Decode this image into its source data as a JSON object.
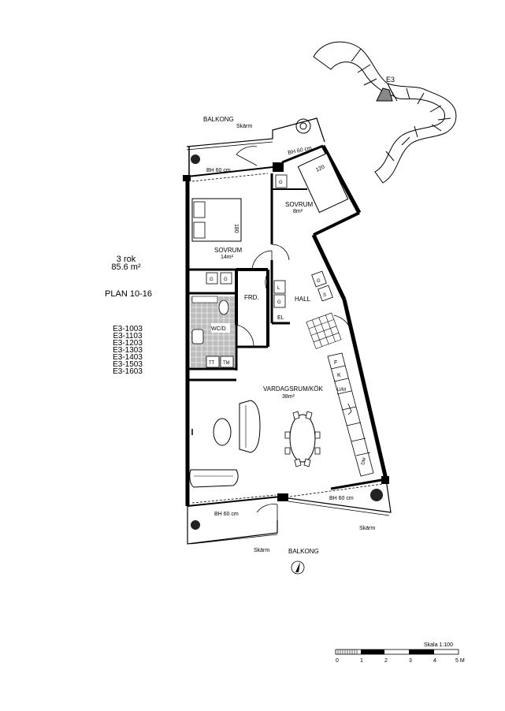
{
  "apartment": {
    "type_label": "3 rok",
    "area_label": "85.6 m²",
    "plan_label": "PLAN 10-16",
    "unit_codes": [
      "E3-1003",
      "E3-1103",
      "E3-1203",
      "E3-1303",
      "E3-1403",
      "E3-1503",
      "E3-1603"
    ]
  },
  "rooms": {
    "bedroom_large": {
      "name": "SOVRUM",
      "area": "14m²"
    },
    "bedroom_small": {
      "name": "SOVRUM",
      "area": "8m²"
    },
    "living_kitchen": {
      "name": "VARDAGSRUM/KÖK",
      "area": "38m²"
    },
    "hall": "HALL",
    "wardrobe": "FRD.",
    "bathroom": "WC/D",
    "electrical": "EL",
    "balcony_top": "BALKONG",
    "balcony_bottom": "BALKONG"
  },
  "labels": {
    "screen": "Skärm",
    "railing_height": "BH 60 cm",
    "bed_large": "180",
    "bed_small": "120",
    "wardrobe_g": "G",
    "wardrobe_l": "L",
    "wardrobe_s": "S",
    "tt": "TT",
    "tm": "TM",
    "kitchen_f": "F",
    "kitchen_k": "K",
    "kitchen_um": "U/M",
    "kitchen_dm": "DM",
    "keyplan_building": "E3"
  },
  "scale": {
    "title": "Skala 1:100",
    "ticks": [
      "0",
      "1",
      "2",
      "3",
      "4",
      "5 M"
    ]
  }
}
